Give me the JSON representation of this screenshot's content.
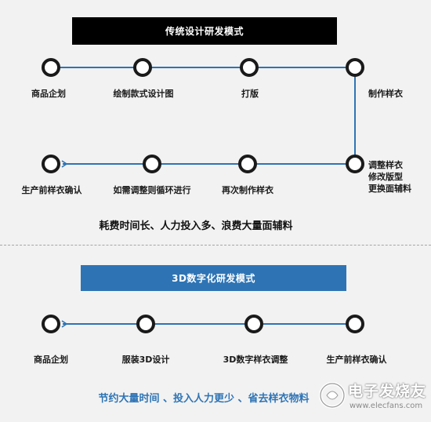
{
  "traditional": {
    "title": "传统设计研发模式",
    "steps": [
      "商品企划",
      "绘制款式设计图",
      "打版",
      "制作样衣"
    ],
    "revise_lines": [
      "调整样衣",
      "修改版型",
      "更换面辅料"
    ],
    "return_steps": [
      "再次制作样衣",
      "如需调整则循环进行",
      "生产前样衣确认"
    ],
    "summary": "耗费时间长、人力投入多、浪费大量面辅料"
  },
  "digital": {
    "title": "3D数字化研发模式",
    "steps": [
      "商品企划",
      "服装3D设计",
      "3D数字样衣调整",
      "生产前样衣确认"
    ],
    "summary": "节约大量时间 、投入人力更少 、省去样衣物料"
  },
  "watermark": {
    "cn": "电子发烧友",
    "en": "www.elecfans.com"
  },
  "colors": {
    "line": "#2e74b5",
    "node_ring": "#1a1a1a",
    "node_fill": "#ffffff",
    "digital_accent": "#2e74b5",
    "title_dark": "#000000"
  }
}
